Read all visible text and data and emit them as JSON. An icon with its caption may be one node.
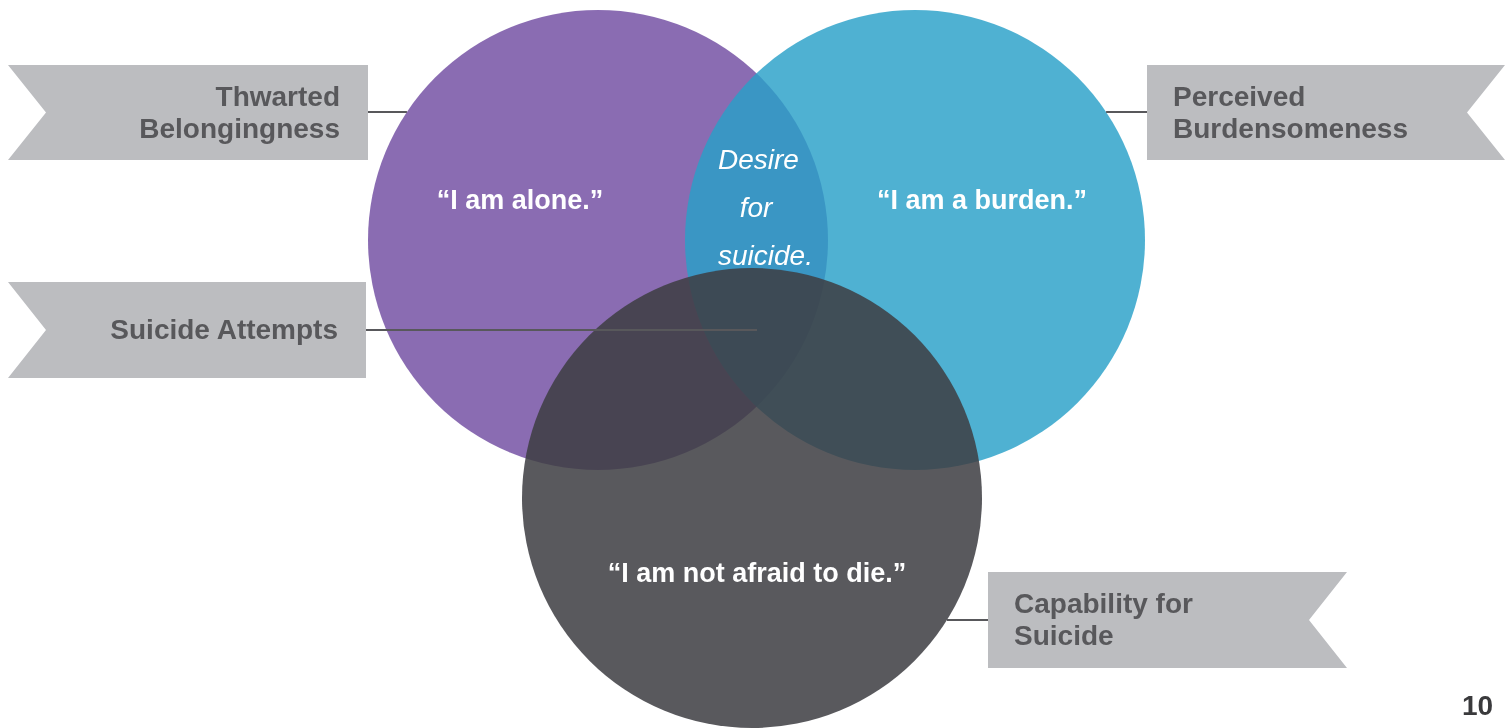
{
  "diagram": {
    "nodes": [
      {
        "text": [
          "Thwarted Belongingness"
        ]
      },
      {
        "text": [
          "“I am alone.”"
        ]
      },
      {
        "text": [
          "“I am a burden.”"
        ]
      },
      {
        "text": [
          "Perceived Burdensomeness"
        ]
      },
      {
        "text": [
          "Suicide Attempts"
        ]
      },
      {
        "text": [
          "“I am not afraid to die.”"
        ]
      },
      {
        "text": [
          "Capability for Suicide"
        ]
      }
    ],
    "edges": [
      {
        "from": 0,
        "to": 1,
        "arrow": "none"
      },
      {
        "from": 3,
        "to": 2,
        "arrow": "none"
      },
      {
        "from": 4,
        "to": 1,
        "arrow": "none"
      },
      {
        "from": 6,
        "to": 5,
        "arrow": "none"
      }
    ],
    "labels": [
      "Desire for suicide.",
      "10"
    ]
  }
}
